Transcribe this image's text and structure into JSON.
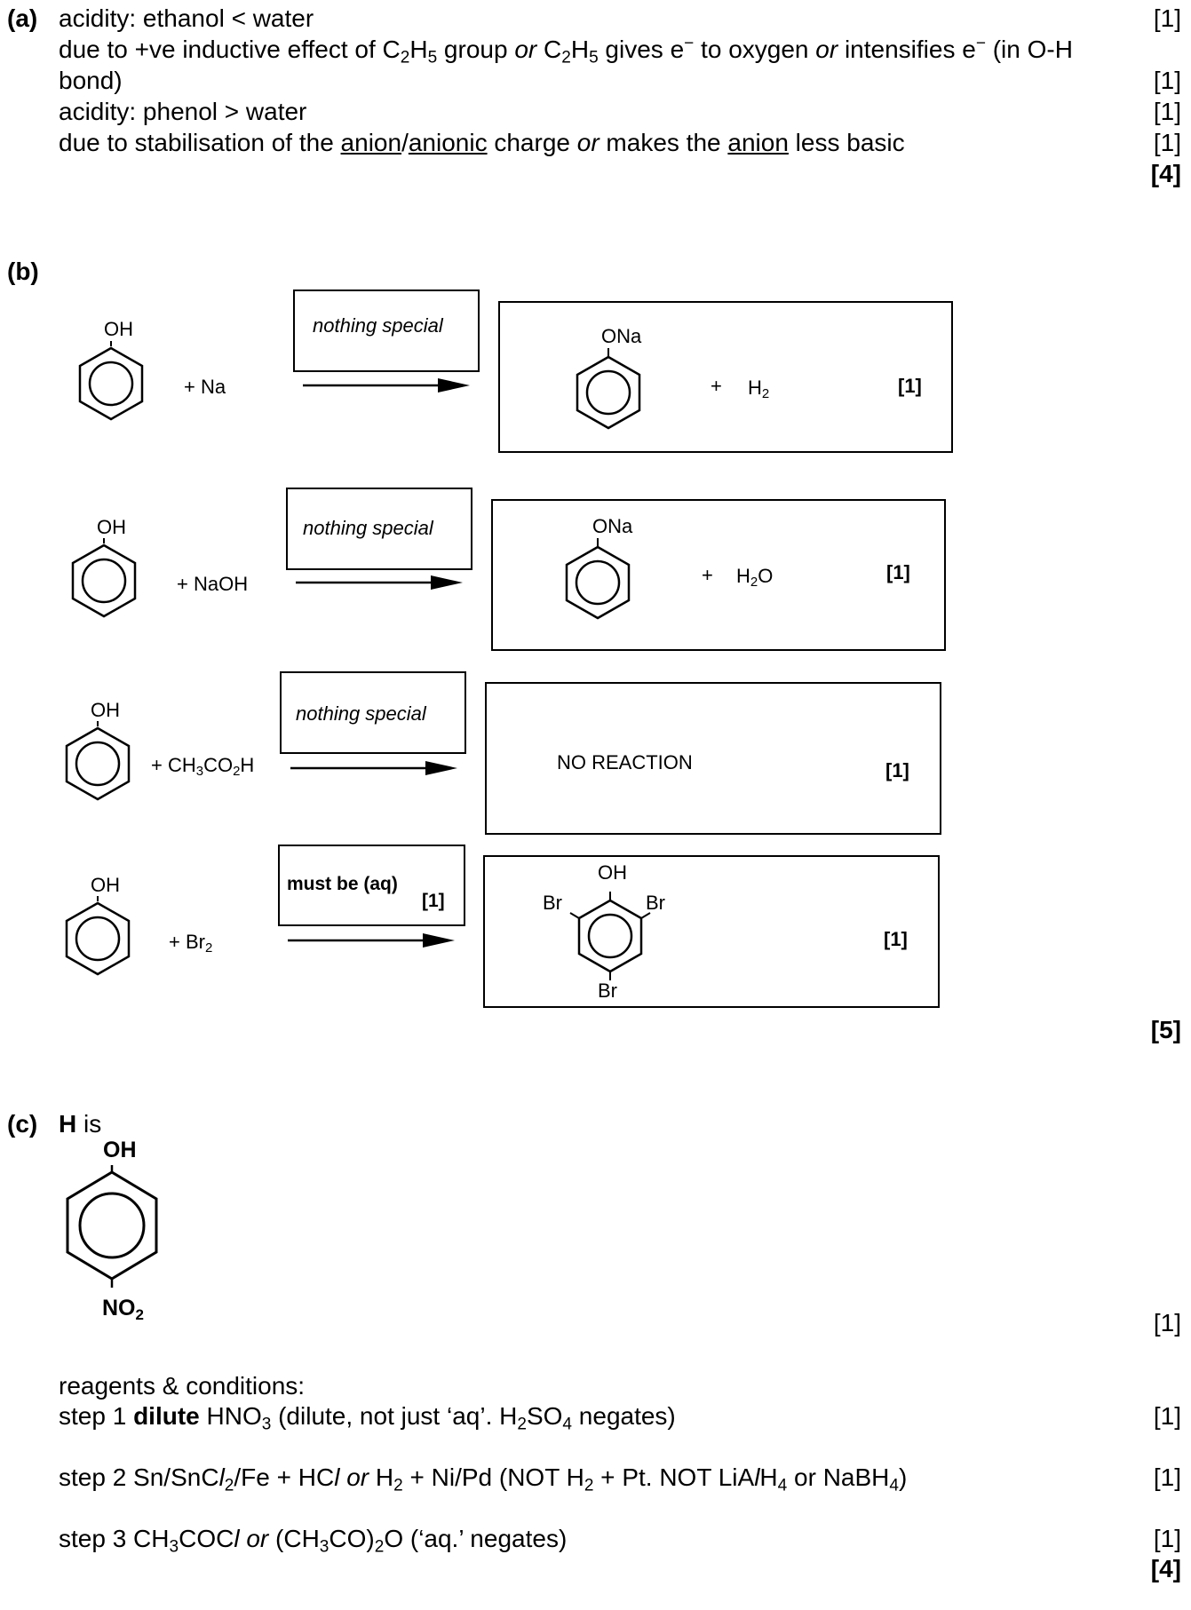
{
  "part_a": {
    "label": "(a)",
    "line1": "acidity: ethanol < water",
    "line1_mark": "[1]",
    "line2_pre": "due to +ve inductive effect of C",
    "line2_mid1": " group ",
    "line2_or1": "or",
    "line2_mid2": " C",
    "line2_mid3": " gives e",
    "line2_mid4": " to oxygen ",
    "line2_or2": "or",
    "line2_mid5": " intensifies e",
    "line2_end": " (in O-H",
    "sub_2": "2",
    "sub_5": "5",
    "sup_minus": "−",
    "line3": "bond)",
    "line3_mark": "[1]",
    "line4": "acidity: phenol > water",
    "line4_mark": "[1]",
    "line5_pre": "due to stabilisation of the ",
    "line5_anion": "anion",
    "line5_slash": "/",
    "line5_anionic": "anionic",
    "line5_mid": " charge ",
    "line5_or": "or",
    "line5_mid2": " makes the ",
    "line5_anion2": "anion",
    "line5_end": " less basic",
    "line5_mark": "[1]",
    "total": "[4]"
  },
  "part_b": {
    "label": "(b)",
    "oh": "OH",
    "ona": "ONa",
    "r1": {
      "reagent": "+ Na",
      "condition": "nothing special",
      "plus": "+",
      "product_pre": "H",
      "product_sub": "2",
      "mark": "[1]"
    },
    "r2": {
      "reagent": "+ NaOH",
      "condition": "nothing special",
      "plus": "+",
      "product_pre": "H",
      "product_sub": "2",
      "product_post": "O",
      "mark": "[1]"
    },
    "r3": {
      "reagent_pre": "+ CH",
      "reagent_sub1": "3",
      "reagent_mid": "CO",
      "reagent_sub2": "2",
      "reagent_post": "H",
      "condition": "nothing special",
      "product": "NO REACTION",
      "mark": "[1]"
    },
    "r4": {
      "reagent_pre": "+ Br",
      "reagent_sub": "2",
      "condition": "must be (aq)",
      "condition_mark": "[1]",
      "br": "Br",
      "mark": "[1]"
    },
    "total": "[5]"
  },
  "part_c": {
    "label": "(c)",
    "h_bold": "H",
    "h_rest": " is",
    "oh": "OH",
    "no2_pre": "NO",
    "no2_sub": "2",
    "structure_mark": "[1]",
    "reagents_heading": "reagents & conditions:",
    "step1_pre": "step 1 ",
    "step1_bold": "dilute",
    "step1_mid": " HNO",
    "step1_sub3": "3",
    "step1_mid2": " (dilute, not just ‘aq’. H",
    "step1_sub2": "2",
    "step1_mid3": "SO",
    "step1_sub4": "4",
    "step1_end": " negates)",
    "step1_mark": "[1]",
    "step2_pre": "step 2 Sn/SnC",
    "step2_l": "l",
    "step2_sub2": "2",
    "step2_mid": "/Fe + HC",
    "step2_l2": "l",
    "step2_or": " or",
    "step2_mid2": " H",
    "step2_mid3": " + Ni/Pd (NOT H",
    "step2_mid4": " + Pt. NOT LiA",
    "step2_l3": "l",
    "step2_mid5": "H",
    "step2_sub4": "4",
    "step2_mid6": " or NaBH",
    "step2_end": ")",
    "step2_mark": "[1]",
    "step3_pre": "step 3 CH",
    "step3_sub3": "3",
    "step3_mid": "COC",
    "step3_l": "l",
    "step3_or": " or",
    "step3_mid2": " (CH",
    "step3_mid3": "CO)",
    "step3_sub2": "2",
    "step3_end": "O (‘aq.’ negates)",
    "step3_mark": "[1]",
    "total": "[4]"
  }
}
